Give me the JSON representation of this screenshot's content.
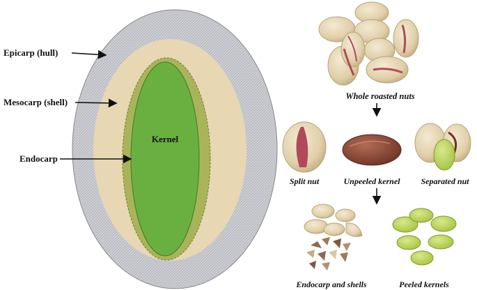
{
  "left_diagram": {
    "layers": {
      "epicarp": "Epicarp (hull)",
      "mesocarp": "Mesocarp (shell)",
      "endocarp": "Endocarp",
      "kernel": "Kernel"
    },
    "colors": {
      "epicarp": "#c9c9cf",
      "mesocarp": "#e8d7b3",
      "endocarp": "#a9b45a",
      "kernel": "#6ab041",
      "arrow": "#111111"
    }
  },
  "right_flow": {
    "whole": "Whole roasted nuts",
    "split": "Split nut",
    "unpeeled": "Unpeeled kernel",
    "separated": "Separated nut",
    "endocarp_shells": "Endocarp and shells",
    "peeled": "Peeled kernels"
  },
  "photo_colors": {
    "shell": "#e4d6b6",
    "shell_shade": "#c9b48c",
    "split_pink": "#b04a5a",
    "kernel_brown": "#8a4a3a",
    "kernel_green": "#b8d35a"
  }
}
